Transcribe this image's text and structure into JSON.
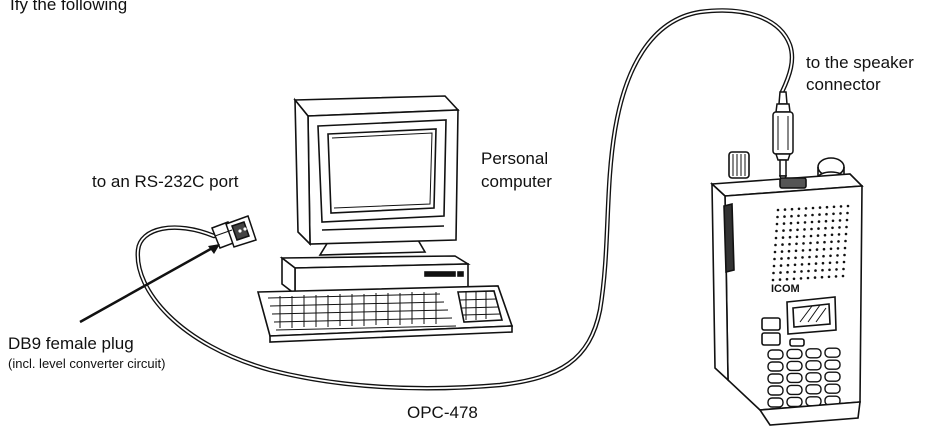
{
  "header": {
    "partial_text": "Ify the following"
  },
  "labels": {
    "speaker_line1": "to the speaker",
    "speaker_line2": "connector",
    "computer_line1": "Personal",
    "computer_line2": "computer",
    "rs232": "to an RS-232C port",
    "db9_title": "DB9 female plug",
    "db9_sub": "(incl. level converter circuit)",
    "cable_name": "OPC-478"
  },
  "radio": {
    "brand": "ICOM"
  },
  "icons": {
    "computer": "personal-computer-icon",
    "radio": "handheld-transceiver-icon",
    "cable": "cable-icon",
    "plug": "db9-plug-icon",
    "jack": "speaker-jack-icon"
  }
}
